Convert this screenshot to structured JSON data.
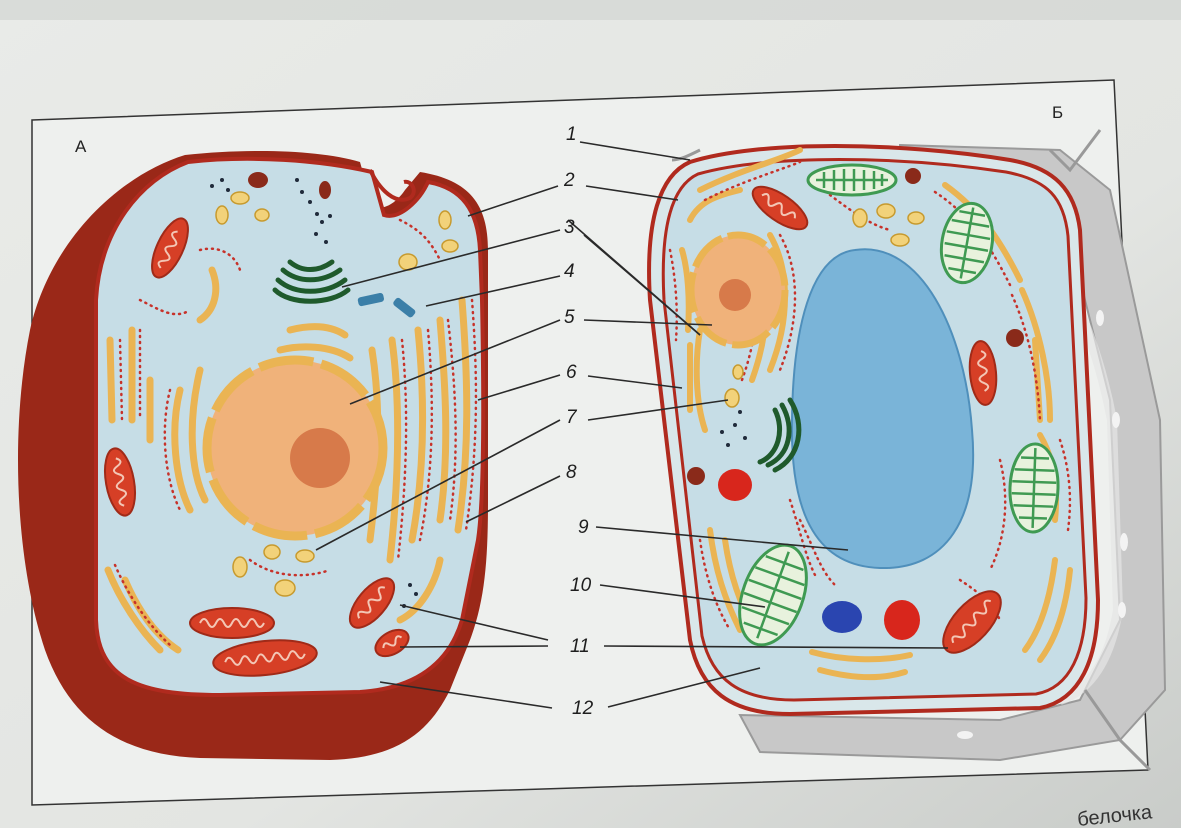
{
  "panels": {
    "left_letter": "А",
    "right_letter": "Б"
  },
  "labels": [
    "1",
    "2",
    "3",
    "4",
    "5",
    "6",
    "7",
    "8",
    "9",
    "10",
    "11",
    "12"
  ],
  "page_edge_text": "белочка",
  "colors": {
    "cytoplasm": "#c6dde6",
    "membrane": "#b02a1e",
    "animal_wall": "#9a2818",
    "cell_wall": "#c8c8c8",
    "nucleus": "#f0b27a",
    "nucleolus": "#d77a4a",
    "vacuole": "#7ab4d8",
    "er": "#eab453",
    "mitochondria": "#d63f26",
    "chloroplast": "#3f9a52",
    "golgi": "#1f5a2c",
    "ribosome": "#c7322a"
  }
}
